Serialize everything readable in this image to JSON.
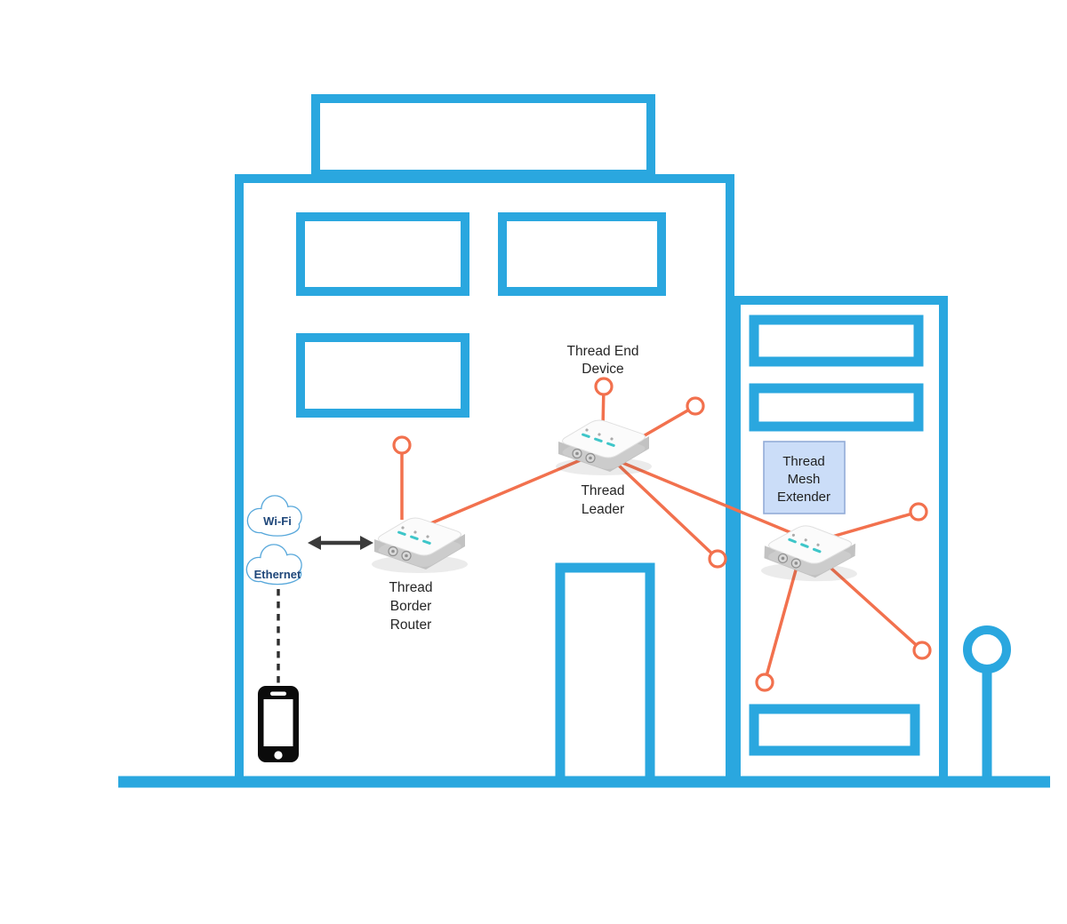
{
  "labels": {
    "end_device": {
      "line1": "Thread End",
      "line2": "Device"
    },
    "leader": {
      "line1": "Thread",
      "line2": "Leader"
    },
    "border_router": {
      "line1": "Thread",
      "line2": "Border",
      "line3": "Router"
    },
    "mesh_extender": {
      "line1": "Thread",
      "line2": "Mesh",
      "line3": "Extender"
    },
    "wifi": "Wi-Fi",
    "ethernet": "Ethernet"
  },
  "colors": {
    "building_blue": "#2AA7DF",
    "link_orange": "#F2714E",
    "cloud_outline_blue": "#58A8DB",
    "cloud_text_navy": "#1E4679",
    "mesh_box_fill": "#CBDDF8",
    "mesh_box_border": "#93ACD7",
    "device_led_teal": "#3EC6C9",
    "arrow_dark": "#3B3B3B",
    "label_text": "#262626",
    "phone_black": "#0B0B0B"
  }
}
